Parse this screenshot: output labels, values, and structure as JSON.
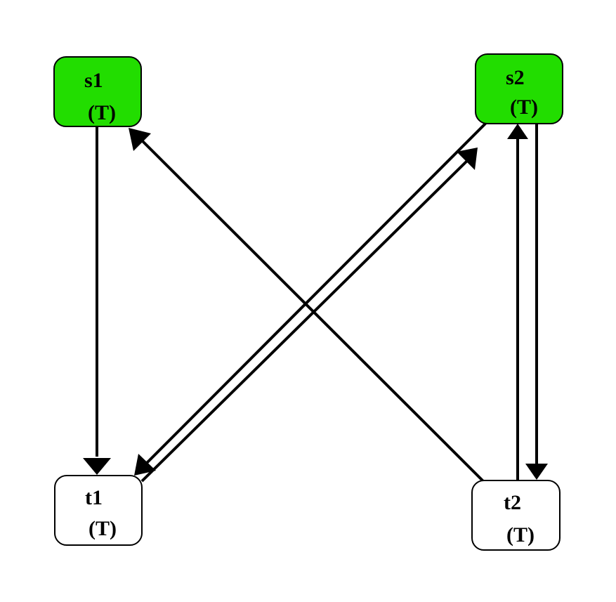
{
  "colors": {
    "active_fill": "#22dd00",
    "inactive_fill": "#ffffff",
    "edge": "#000000"
  },
  "nodes": {
    "s1": {
      "name": "s1",
      "state": "(T)",
      "highlighted": true
    },
    "s2": {
      "name": "s2",
      "state": "(T)",
      "highlighted": true
    },
    "t1": {
      "name": "t1",
      "state": "(T)",
      "highlighted": false
    },
    "t2": {
      "name": "t2",
      "state": "(T)",
      "highlighted": false
    }
  },
  "edges": [
    {
      "from": "s1",
      "to": "t1"
    },
    {
      "from": "t2",
      "to": "s1"
    },
    {
      "from": "t1",
      "to": "s2"
    },
    {
      "from": "s2",
      "to": "t1"
    },
    {
      "from": "t2",
      "to": "s2"
    },
    {
      "from": "s2",
      "to": "t2"
    }
  ]
}
